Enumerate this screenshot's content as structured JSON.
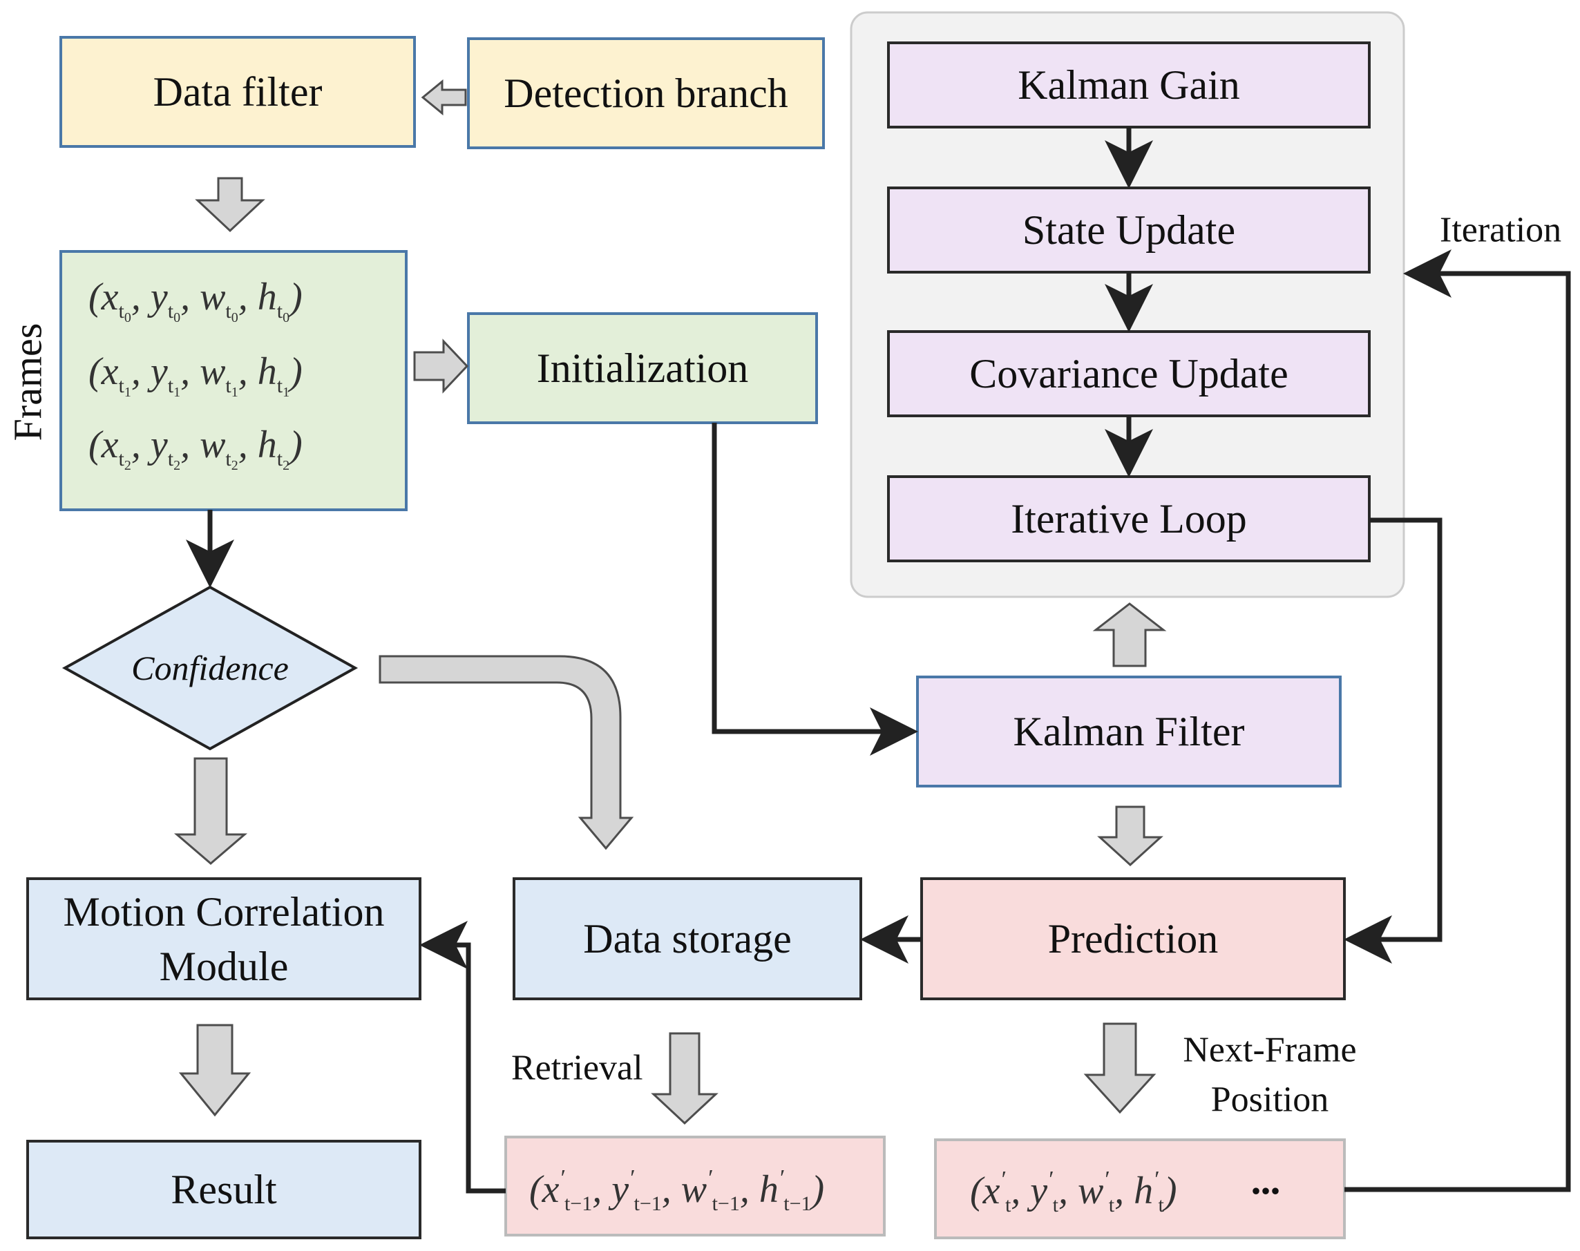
{
  "nodes": {
    "data_filter": "Data filter",
    "detection_branch": "Detection branch",
    "frames_label": "Frames",
    "initialization": "Initialization",
    "confidence": "Confidence",
    "kalman_gain": "Kalman Gain",
    "state_update": "State Update",
    "covariance_update": "Covariance Update",
    "iterative_loop": "Iterative Loop",
    "iteration_label": "Iteration",
    "kalman_filter": "Kalman Filter",
    "prediction": "Prediction",
    "data_storage": "Data storage",
    "motion_correlation_line1": "Motion Correlation",
    "motion_correlation_line2": "Module",
    "result": "Result",
    "retrieval_label": "Retrieval",
    "next_frame_line1": "Next-Frame",
    "next_frame_line2": "Position",
    "ellipsis": "•••"
  },
  "colors": {
    "yellow_fill": "#fdf2d0",
    "green_fill": "#e3efd9",
    "purple_fill": "#efe3f5",
    "blue_fill": "#dde9f6",
    "pink_fill": "#f9dcdc",
    "gray_panel": "#f2f2f2",
    "blue_border": "#4a78a8",
    "dark_border": "#2a2a2a",
    "gray_arrow_fill": "#d6d6d6",
    "gray_arrow_stroke": "#4d4d4d"
  }
}
